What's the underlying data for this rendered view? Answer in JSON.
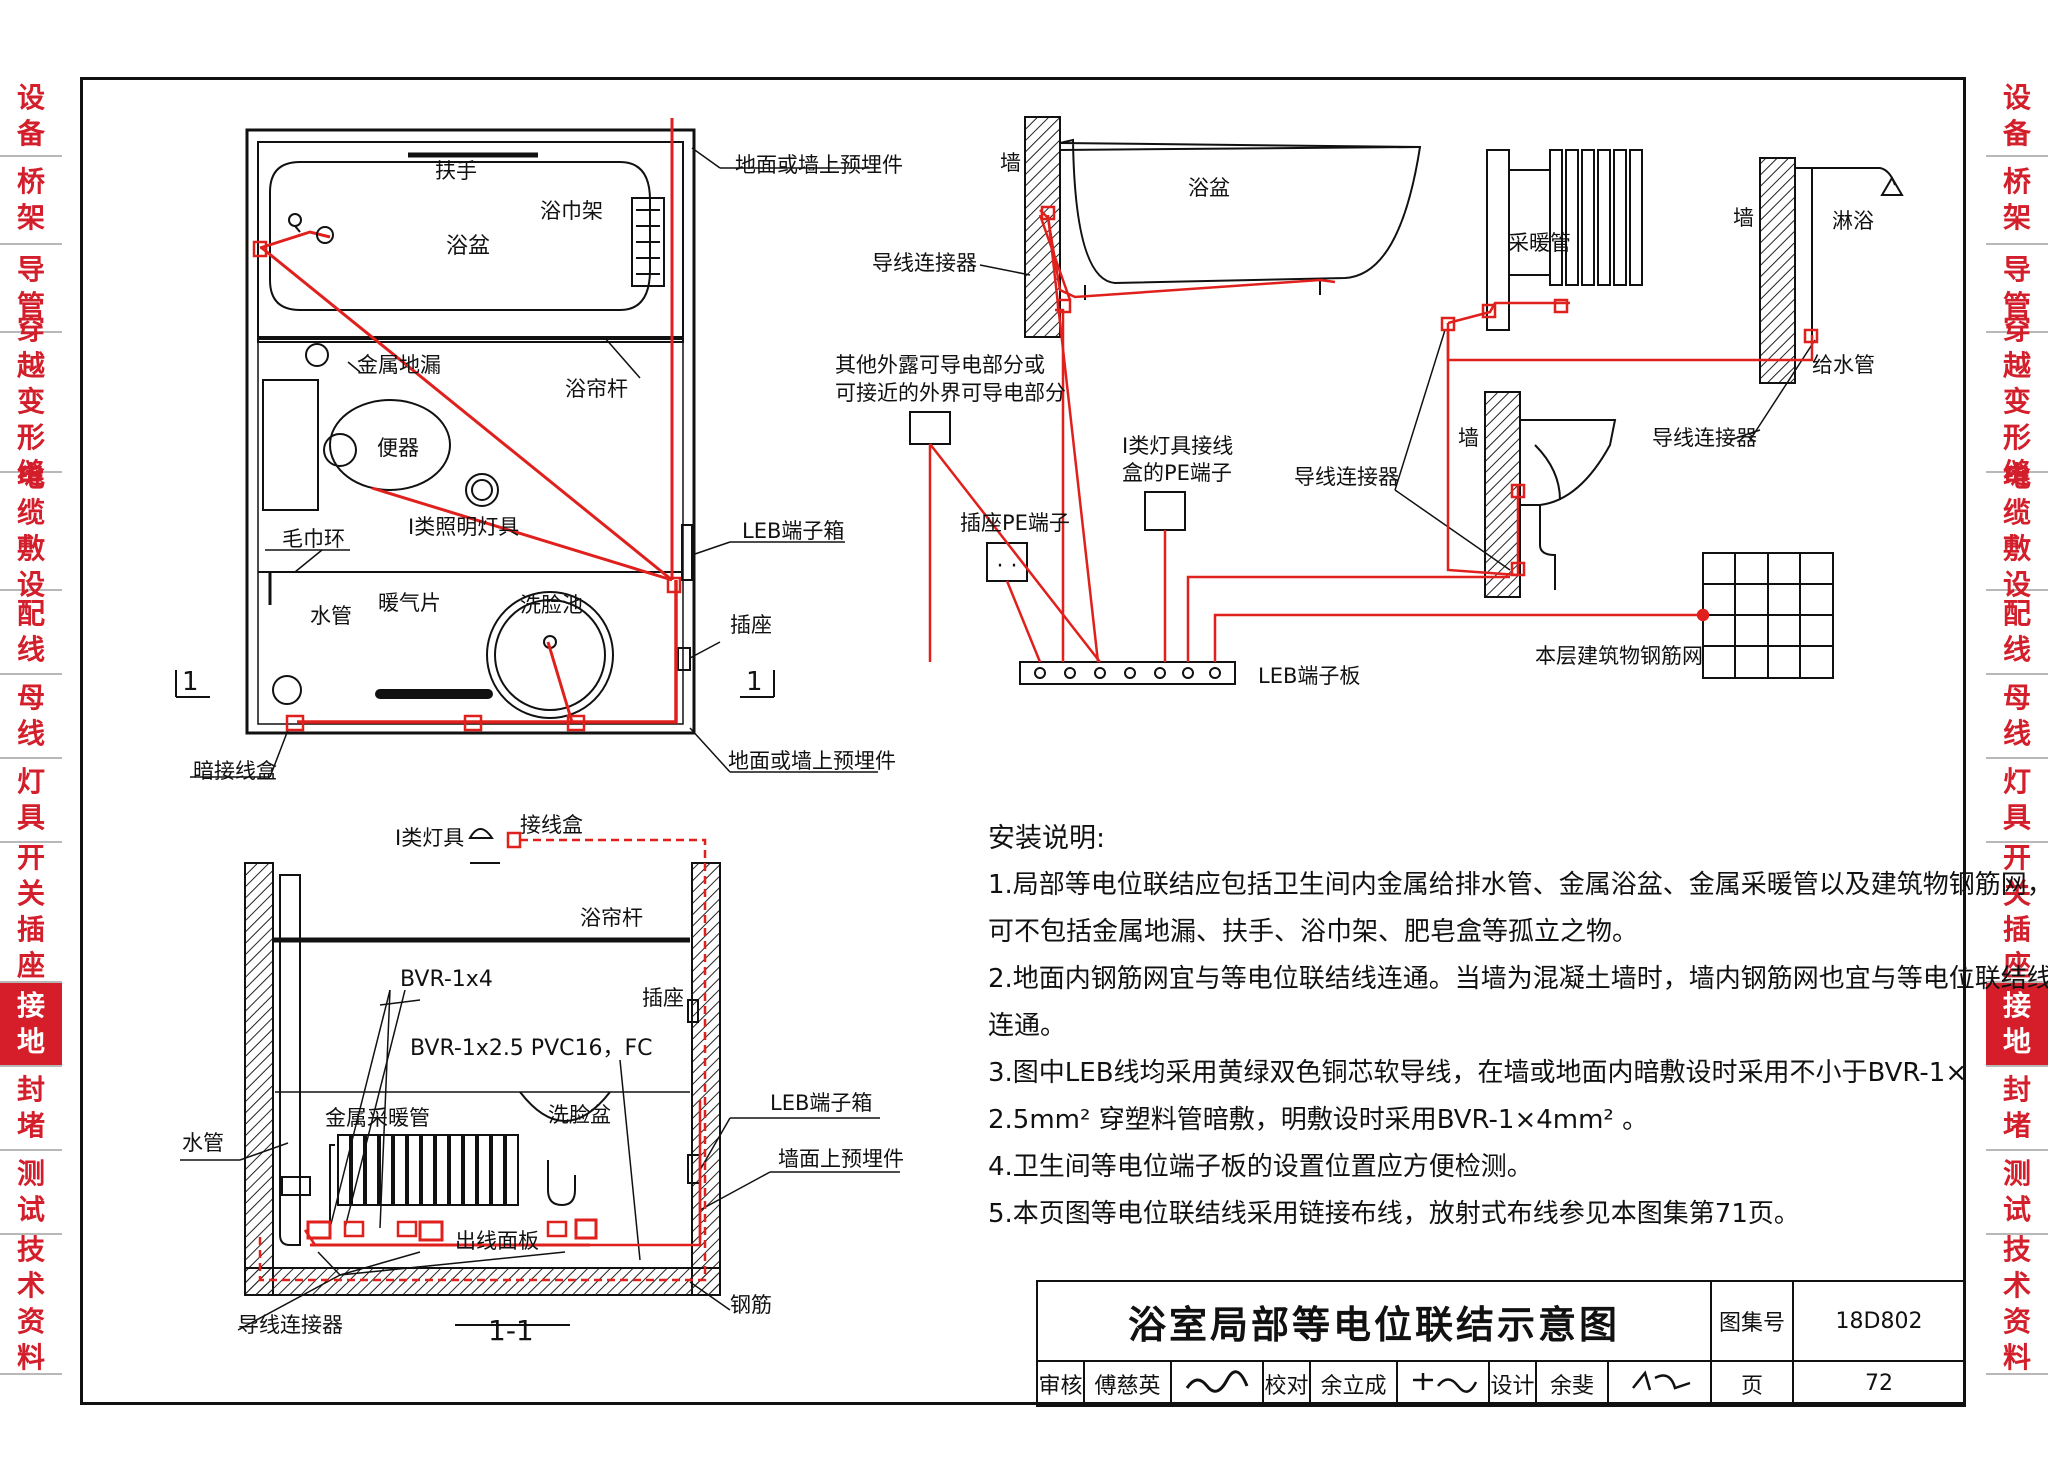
{
  "side_tabs": [
    {
      "chars": [
        "设",
        "备"
      ],
      "active": false
    },
    {
      "chars": [
        "桥",
        "架"
      ],
      "active": false
    },
    {
      "chars": [
        "导",
        "管"
      ],
      "active": false
    },
    {
      "chars": [
        "穿",
        "越",
        "变",
        "形",
        "缝"
      ],
      "active": false
    },
    {
      "chars": [
        "电",
        "缆",
        "敷",
        "设"
      ],
      "active": false
    },
    {
      "chars": [
        "配",
        "线"
      ],
      "active": false
    },
    {
      "chars": [
        "母",
        "线"
      ],
      "active": false
    },
    {
      "chars": [
        "灯",
        "具"
      ],
      "active": false
    },
    {
      "chars": [
        "开",
        "关",
        "插",
        "座"
      ],
      "active": false
    },
    {
      "chars": [
        "接",
        "地"
      ],
      "active": true
    },
    {
      "chars": [
        "封",
        "堵"
      ],
      "active": false
    },
    {
      "chars": [
        "测",
        "试"
      ],
      "active": false
    },
    {
      "chars": [
        "技",
        "术",
        "资",
        "料"
      ],
      "active": false
    }
  ],
  "plan": {
    "handrail": "扶手",
    "tub": "浴盆",
    "towel_rack": "浴巾架",
    "embedded_top": "地面或墙上预埋件",
    "floor_drain": "金属地漏",
    "curtain_rod": "浴帘杆",
    "toilet": "便器",
    "lamp": "I类照明灯具",
    "leb_box": "LEB端子箱",
    "towel_ring": "毛巾环",
    "water_pipe": "水管",
    "radiator": "暖气片",
    "basin": "洗脸池",
    "socket": "插座",
    "section_mark": "1",
    "concealed_box": "暗接线盒",
    "embedded_bottom": "地面或墙上预埋件"
  },
  "section": {
    "lamp": "I类灯具",
    "junction_box": "接线盒",
    "curtain_rod": "浴帘杆",
    "bvr14": "BVR-1x4",
    "socket": "插座",
    "bvr25": "BVR-1x2.5  PVC16，FC",
    "water_pipe": "水管",
    "metal_radiator": "金属采暖管",
    "basin": "洗脸盆",
    "leb_box": "LEB端子箱",
    "embedded": "墙面上预埋件",
    "outlet_panel": "出线面板",
    "connectors": "导线连接器",
    "rebar": "钢筋",
    "title": "1-1"
  },
  "iso": {
    "wall1": "墙",
    "tub": "浴盆",
    "connector1": "导线连接器",
    "other_parts": "其他外露可导电部分或",
    "other_parts2": "可接近的外界可导电部分",
    "lamp_pe": "I类灯具接线",
    "lamp_pe2": "盒的PE端子",
    "socket_pe": "插座PE端子",
    "leb_board": "LEB端子板",
    "radiator": "采暖管",
    "wall2": "墙",
    "shower": "淋浴",
    "supply": "给水管",
    "connector2": "导线连接器",
    "wall3": "墙",
    "connector3": "导线连接器",
    "rebar_mesh": "本层建筑物钢筋网"
  },
  "notes": {
    "title": "安装说明:",
    "lines": [
      "1.局部等电位联结应包括卫生间内金属给排水管、金属浴盆、金属采暖管以及建筑物钢筋网，",
      "可不包括金属地漏、扶手、浴巾架、肥皂盒等孤立之物。",
      "2.地面内钢筋网宜与等电位联结线连通。当墙为混凝土墙时，墙内钢筋网也宜与等电位联结线",
      "连通。",
      "3.图中LEB线均采用黄绿双色铜芯软导线，在墙或地面内暗敷设时采用不小于BVR-1×",
      "2.5mm² 穿塑料管暗敷，明敷设时采用BVR-1×4mm² 。",
      "4.卫生间等电位端子板的设置位置应方便检测。",
      "5.本页图等电位联结线采用链接布线，放射式布线参见本图集第71页。"
    ]
  },
  "title_block": {
    "title": "浴室局部等电位联结示意图",
    "atlas_label": "图集号",
    "atlas_no": "18D802",
    "review_label": "审核",
    "reviewer": "傅慈英",
    "check_label": "校对",
    "checker": "余立成",
    "design_label": "设计",
    "designer": "余斐",
    "page_label": "页",
    "page_no": "72"
  },
  "colors": {
    "accent": "#d21f2b",
    "wire": "#e0201c",
    "line": "#111111"
  }
}
